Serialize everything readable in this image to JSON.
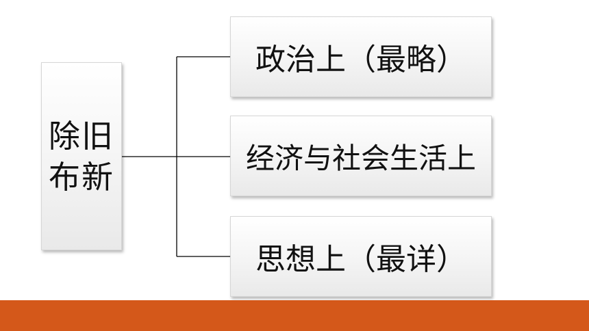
{
  "diagram": {
    "root": {
      "label": "除旧布新"
    },
    "branches": [
      {
        "label": "政治上（最略）"
      },
      {
        "label": "经济与社会生活上"
      },
      {
        "label": "思想上（最详）"
      }
    ]
  },
  "colors": {
    "footer_bar": "#d4581a",
    "connector_line": "#000000"
  }
}
